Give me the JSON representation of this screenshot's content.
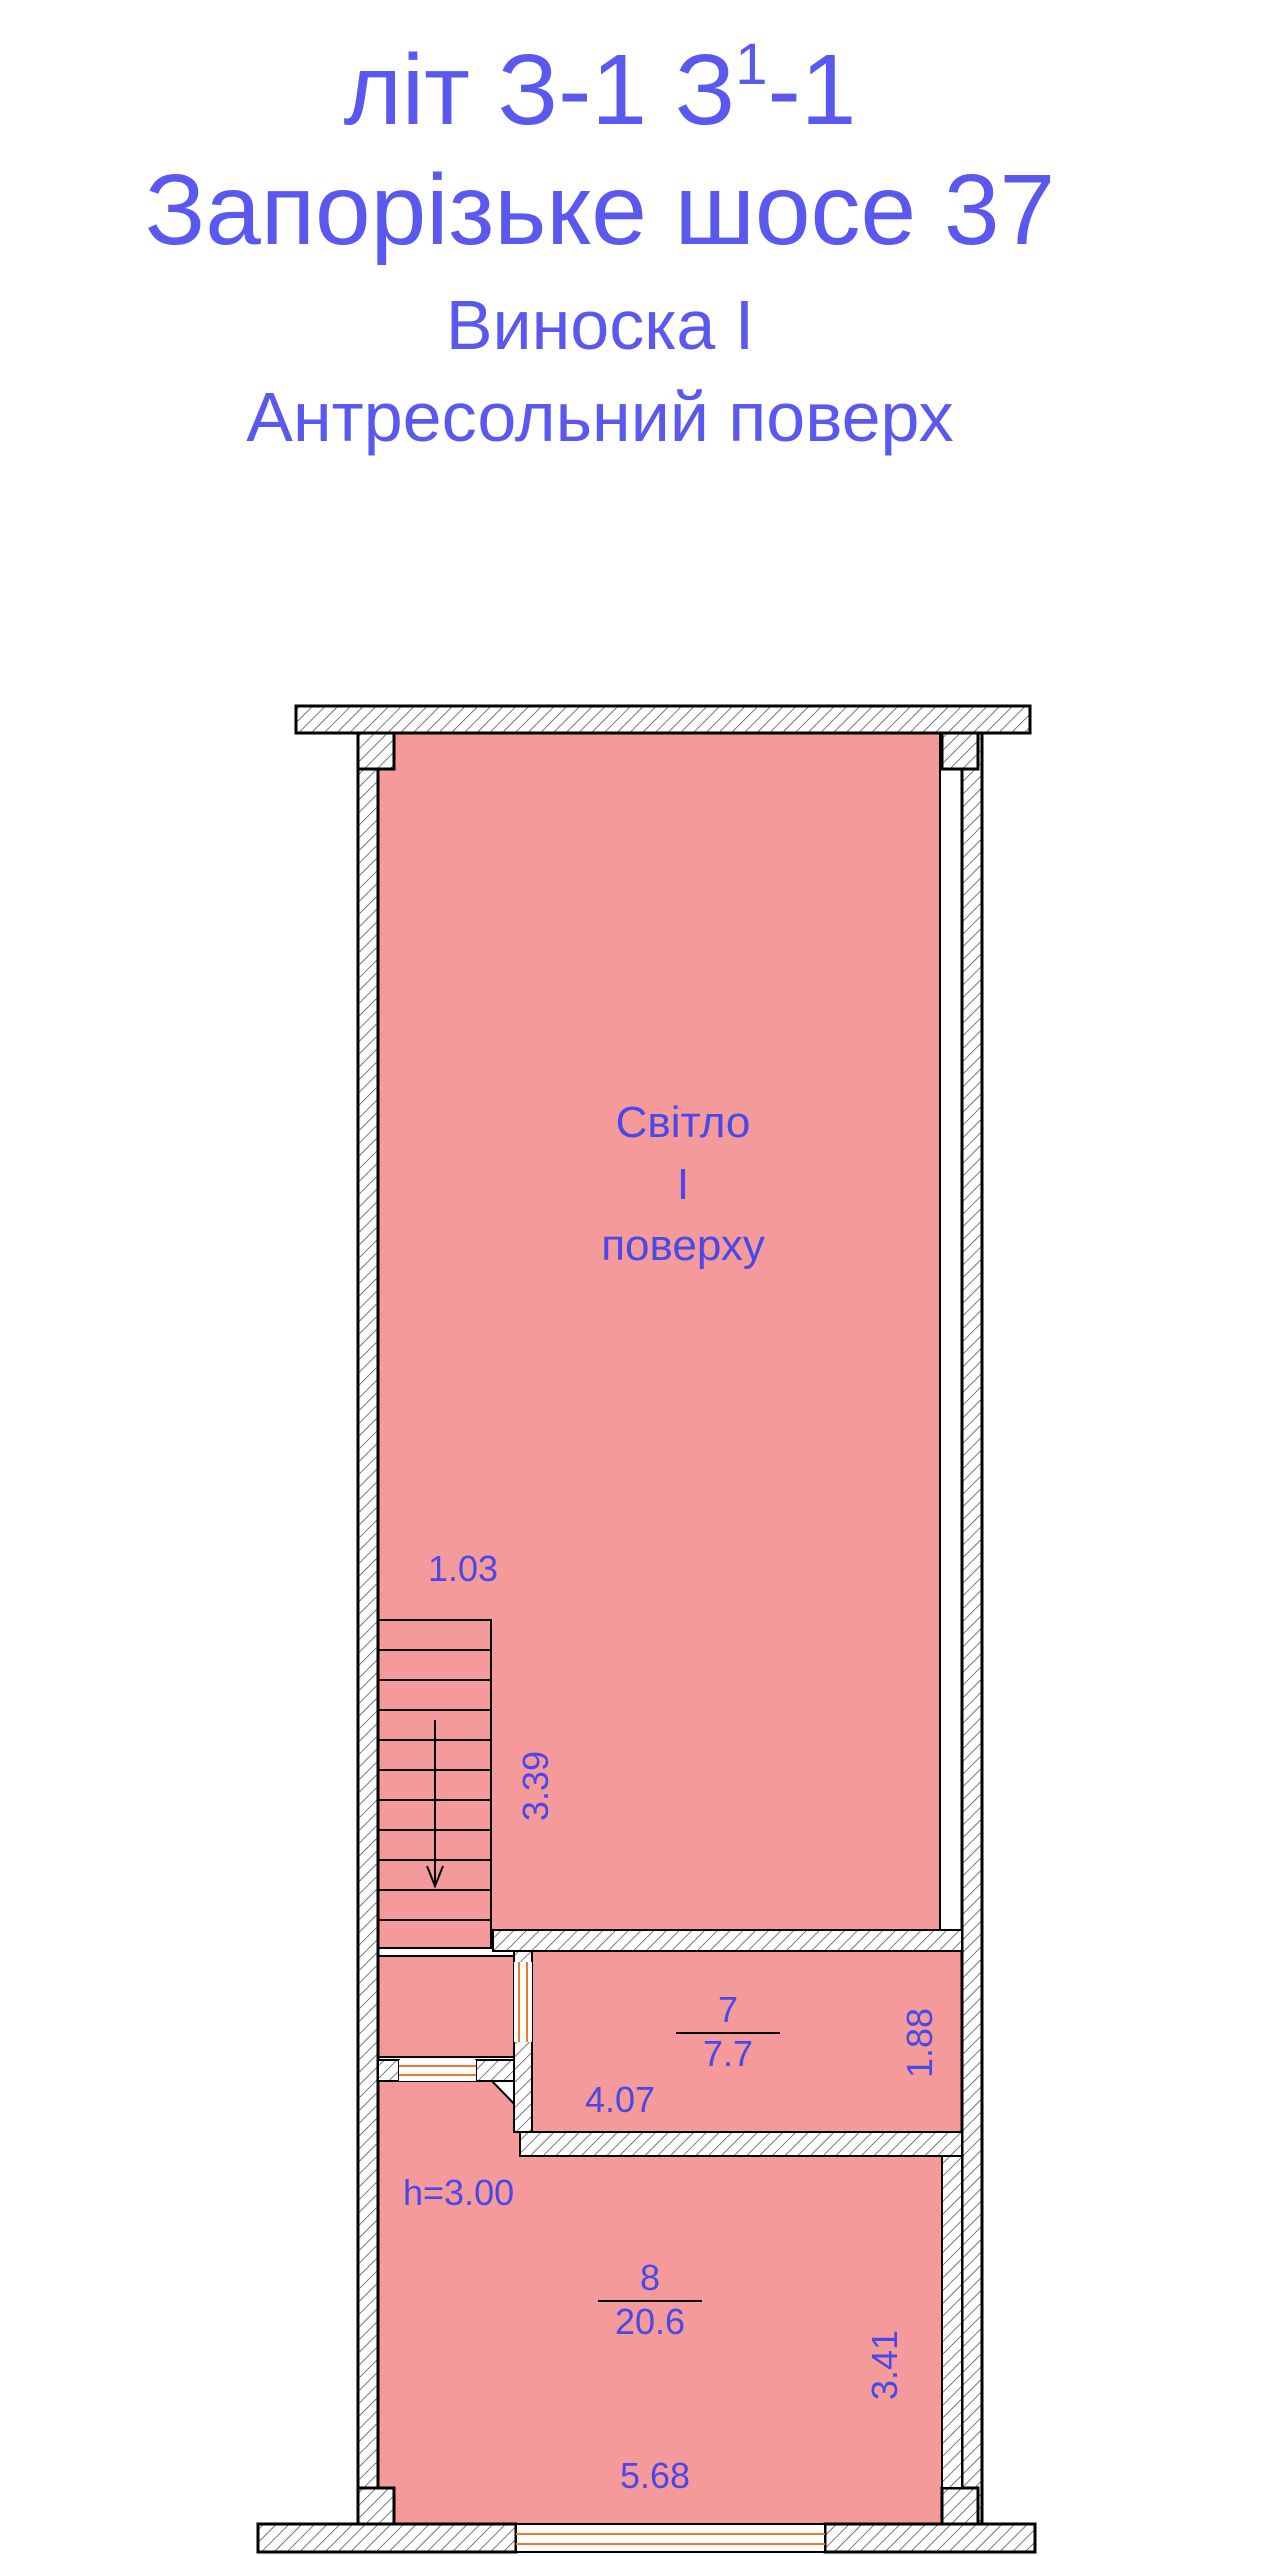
{
  "title": {
    "line1_prefix": "літ З-1 З",
    "line1_sup": "1",
    "line1_suffix": "-1",
    "line2": "Запорізьке шосе 37",
    "line3": "Виноска І",
    "line4": "Антресольний поверх"
  },
  "rooms": {
    "light": {
      "line1": "Світло",
      "line2": "I",
      "line3": "поверху"
    },
    "r7": {
      "number": "7",
      "area": "7.7",
      "width": "4.07",
      "length": "1.88"
    },
    "r8": {
      "number": "8",
      "area": "20.6",
      "width": "5.68",
      "length": "3.41",
      "height": "h=3.00"
    },
    "stair": {
      "width": "1.03",
      "length": "3.39"
    }
  },
  "colors": {
    "room_fill": "#f49a9a",
    "text": "#4b48e8",
    "wall": "#000000",
    "door": "#f07a2a"
  }
}
